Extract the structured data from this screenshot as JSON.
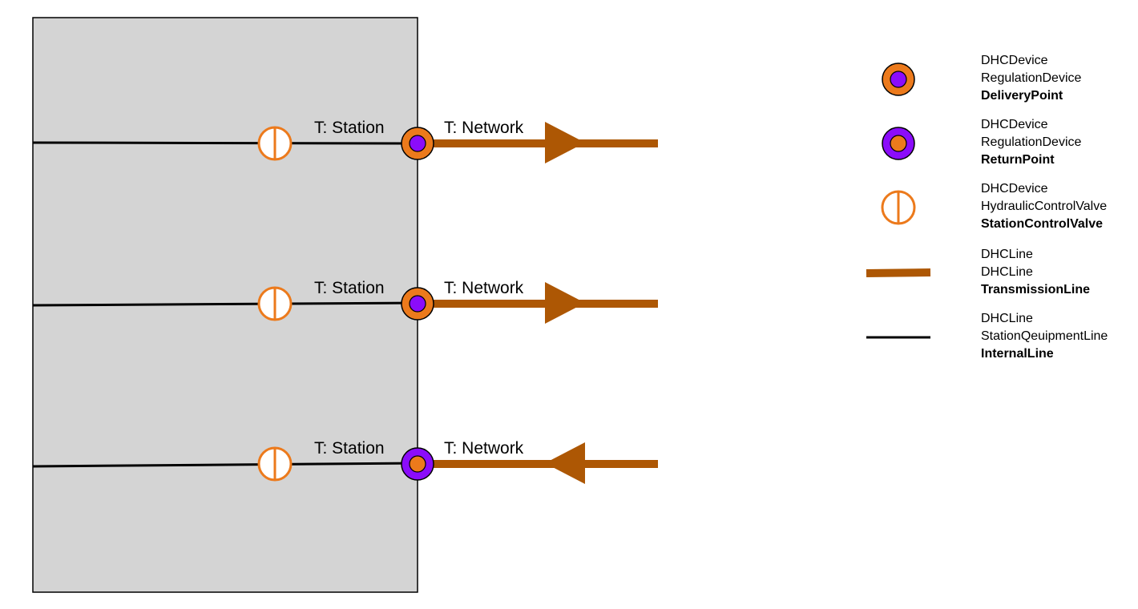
{
  "colors": {
    "station_fill": "#d4d4d4",
    "orange": "#ec7a1c",
    "purple": "#8b0cfa",
    "transmission": "#ad5704",
    "internal_line": "#000000"
  },
  "rows": [
    {
      "station_label": "T: Station",
      "network_label": "T: Network",
      "point_type": "delivery",
      "flow": "outgoing"
    },
    {
      "station_label": "T: Station",
      "network_label": "T: Network",
      "point_type": "delivery",
      "flow": "outgoing"
    },
    {
      "station_label": "T: Station",
      "network_label": "T: Network",
      "point_type": "return",
      "flow": "incoming"
    }
  ],
  "legend": [
    {
      "icon": "delivery-point-icon",
      "line1": "DHCDevice",
      "line2": "RegulationDevice",
      "line3": "DeliveryPoint"
    },
    {
      "icon": "return-point-icon",
      "line1": "DHCDevice",
      "line2": "RegulationDevice",
      "line3": "ReturnPoint"
    },
    {
      "icon": "control-valve-icon",
      "line1": "DHCDevice",
      "line2": "HydraulicControlValve",
      "line3": "StationControlValve"
    },
    {
      "icon": "transmission-line-icon",
      "line1": "DHCLine",
      "line2": "DHCLine",
      "line3": "TransmissionLine"
    },
    {
      "icon": "internal-line-icon",
      "line1": "DHCLine",
      "line2": "StationQeuipmentLine",
      "line3": "InternalLine"
    }
  ]
}
